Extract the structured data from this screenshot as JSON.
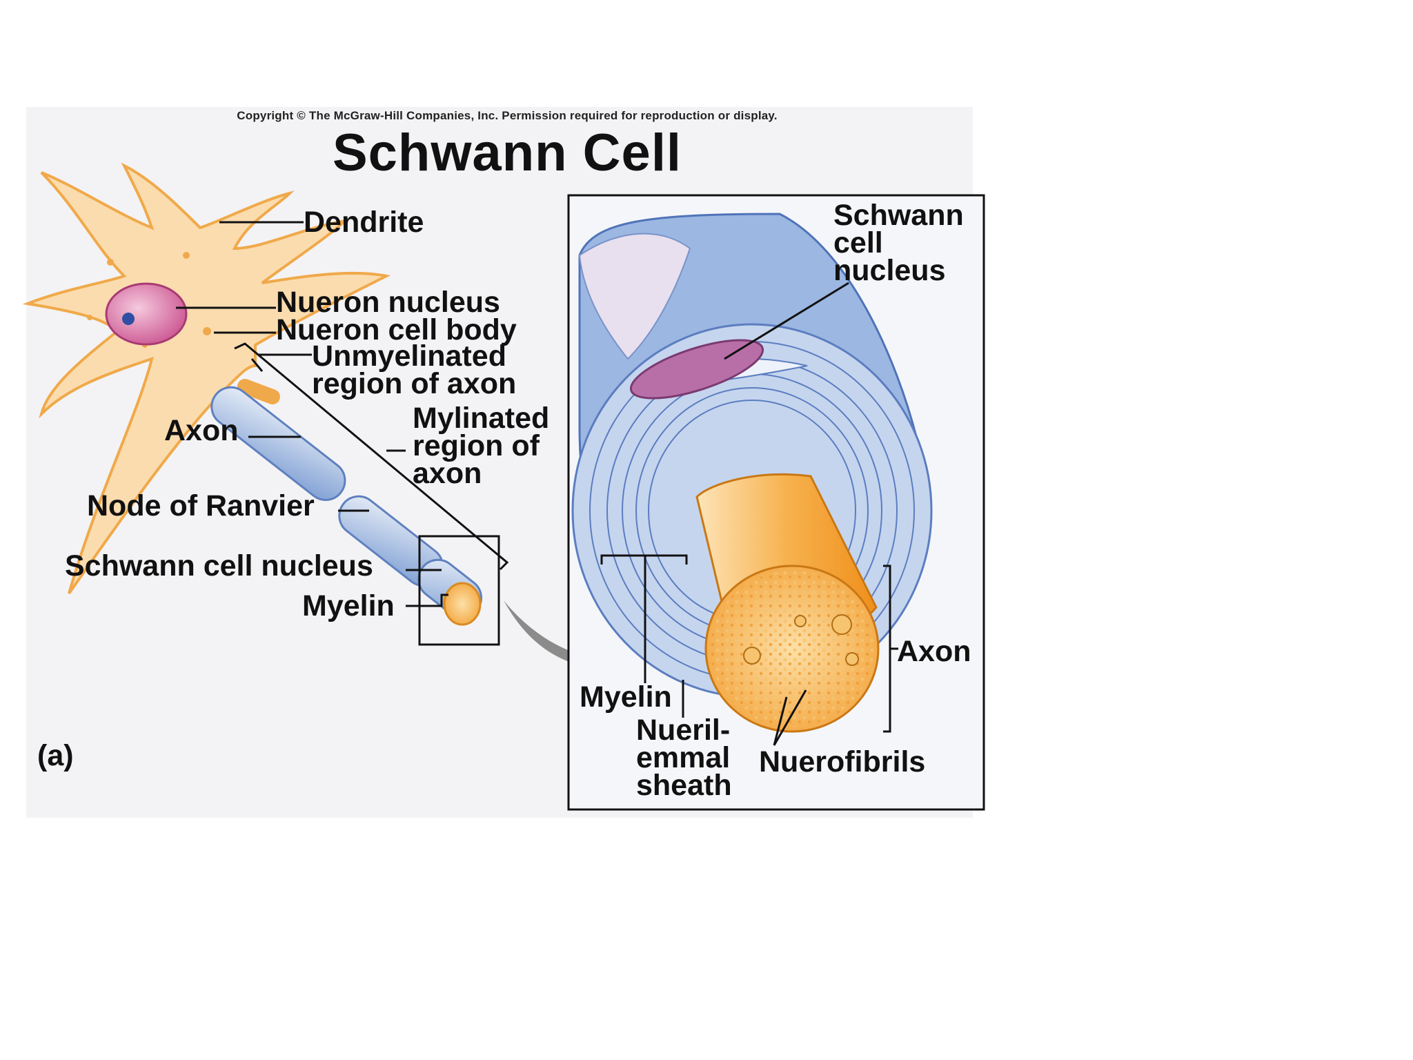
{
  "copyright": "Copyright © The McGraw-Hill Companies, Inc. Permission required for reproduction or display.",
  "title": "Schwann Cell",
  "panel_label": "(a)",
  "left_labels": {
    "dendrite": "Dendrite",
    "neuron_nucleus": "Nueron nucleus",
    "neuron_cell_body": "Nueron cell body",
    "unmyelinated": "Unmyelinated\nregion of axon",
    "myelinated": "Mylinated\nregion of\naxon",
    "axon": "Axon",
    "node_of_ranvier": "Node of Ranvier",
    "schwann_nucleus": "Schwann cell nucleus",
    "myelin": "Myelin"
  },
  "inset_labels": {
    "schwann_nucleus": "Schwann\ncell\nnucleus",
    "axon": "Axon",
    "myelin": "Myelin",
    "neurilemmal_sheath": "Nueril-\nemmal\nsheath",
    "neurofibrils": "Nuerofibrils"
  },
  "colors": {
    "neuron": "#f7c98a",
    "neuron_outline": "#f0a94a",
    "nucleus": "#d0609a",
    "myelin_blue": "#8aaad8",
    "axon_core": "#f5a43c"
  }
}
